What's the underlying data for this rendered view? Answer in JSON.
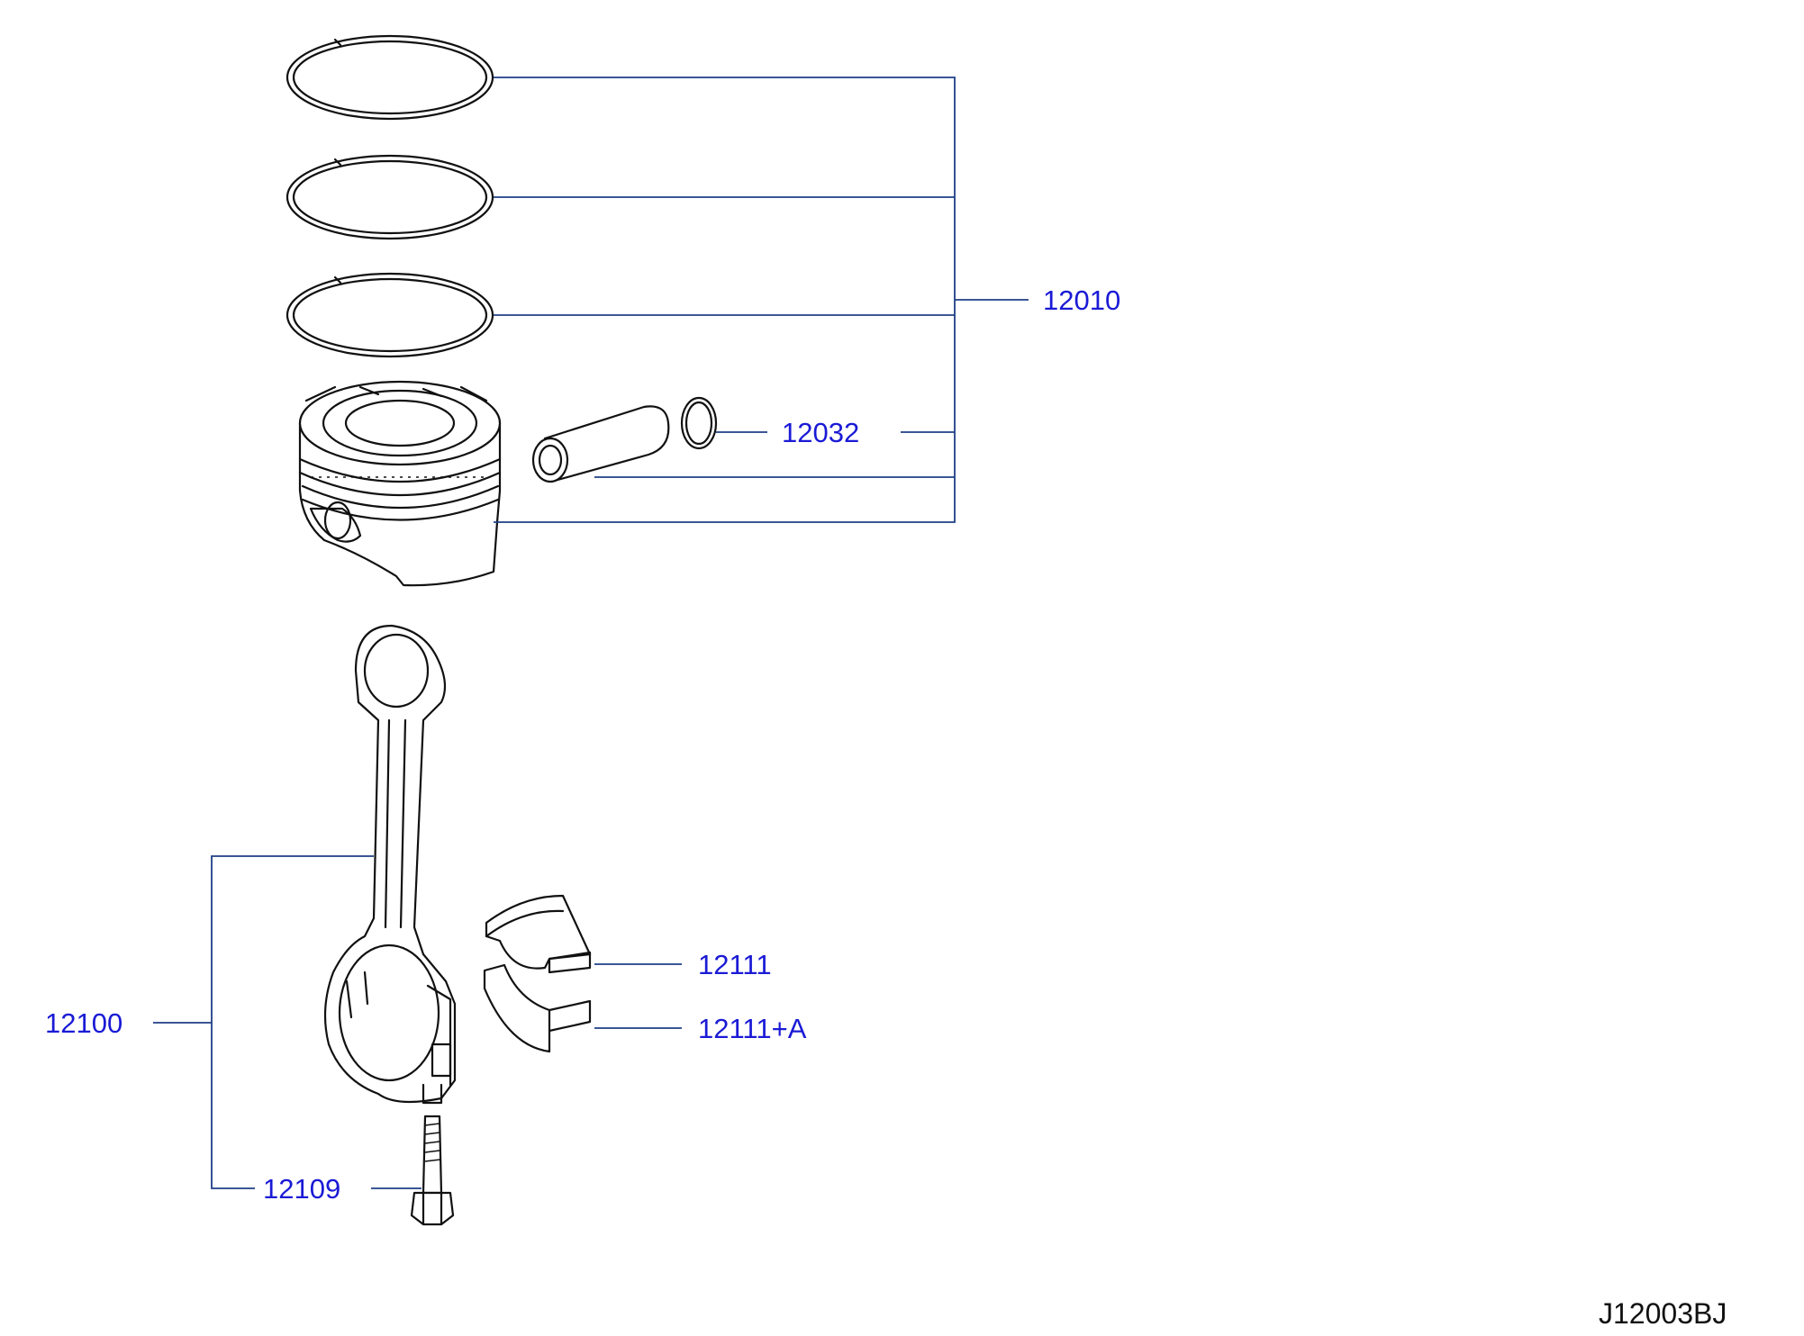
{
  "callouts": {
    "piston_rings": "12010",
    "piston_pin_snap_ring": "12032",
    "connecting_rod": "12100",
    "bearing_upper": "12111",
    "bearing_lower": "12111+A",
    "rod_bolt": "12109"
  },
  "diagram_code": "J12003BJ",
  "colors": {
    "callout_text": "#1a1ad6",
    "leader_line": "#1f3f86",
    "part_outline": "#111111"
  }
}
